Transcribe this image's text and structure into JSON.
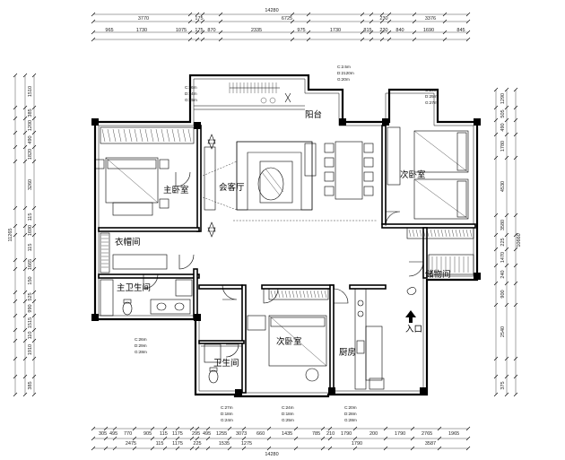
{
  "drawing": {
    "dim_top_total": "14280",
    "dim_top_row1": [
      "3770",
      "175",
      "6725",
      "230",
      "3376"
    ],
    "dim_top_row2": [
      "965",
      "1730",
      "1075",
      "175",
      "870",
      "2335",
      "975",
      "1730",
      "815",
      "230",
      "840",
      "1690",
      "845"
    ],
    "dim_bottom_row1": [
      "305",
      "495",
      "770",
      "905",
      "115",
      "1175",
      "295",
      "495",
      "1255",
      "3073",
      "660",
      "1435",
      "785",
      "210",
      "1790",
      "200",
      "1790",
      "2765",
      "1965"
    ],
    "dim_bottom_row2": [
      "2475",
      "115",
      "1175",
      "225",
      "1535",
      "1275",
      "1790",
      "3587"
    ],
    "dim_bottom_total": "14280",
    "dim_left_outer": "11265",
    "dim_left": [
      "1510",
      "385",
      "1200",
      "490",
      "1820",
      "3260",
      "115",
      "1690",
      "115",
      "1665",
      "150",
      "525",
      "990",
      "1515",
      "110",
      "1910",
      "385"
    ],
    "dim_right_outer": "10660",
    "dim_right": [
      "1290",
      "505",
      "490",
      "1780",
      "4530",
      "3580",
      "225",
      "1470",
      "240",
      "900",
      "2540",
      "375"
    ],
    "rooms": {
      "living": "会客厅",
      "balcony": "阳台",
      "master_bedroom": "主卧室",
      "wardrobe": "衣帽间",
      "master_bath": "主卫生间",
      "second_bedroom_right": "次卧室",
      "storage": "储物间",
      "second_bedroom_bottom": "次卧室",
      "kitchen": "厨房",
      "guest_bath": "卫生间",
      "entrance": "入口"
    },
    "notes": {
      "balcony": [
        "C:2.5m",
        "D:2120m",
        "G:20m"
      ],
      "master": [
        "C:26m",
        "D:24m",
        "G:25m"
      ],
      "right_bed": [
        "C:25m",
        "D:25m",
        "G:27m"
      ],
      "wardrobe_bath": [
        "C:26m",
        "D:29m",
        "G:28m"
      ],
      "bottom_left": [
        "C:27m",
        "D:18m",
        "G:24m"
      ],
      "bottom_mid": [
        "C:24m",
        "D:18m",
        "G:25m"
      ],
      "bottom_right": [
        "C:20m",
        "D:28m",
        "G:28m"
      ]
    }
  }
}
